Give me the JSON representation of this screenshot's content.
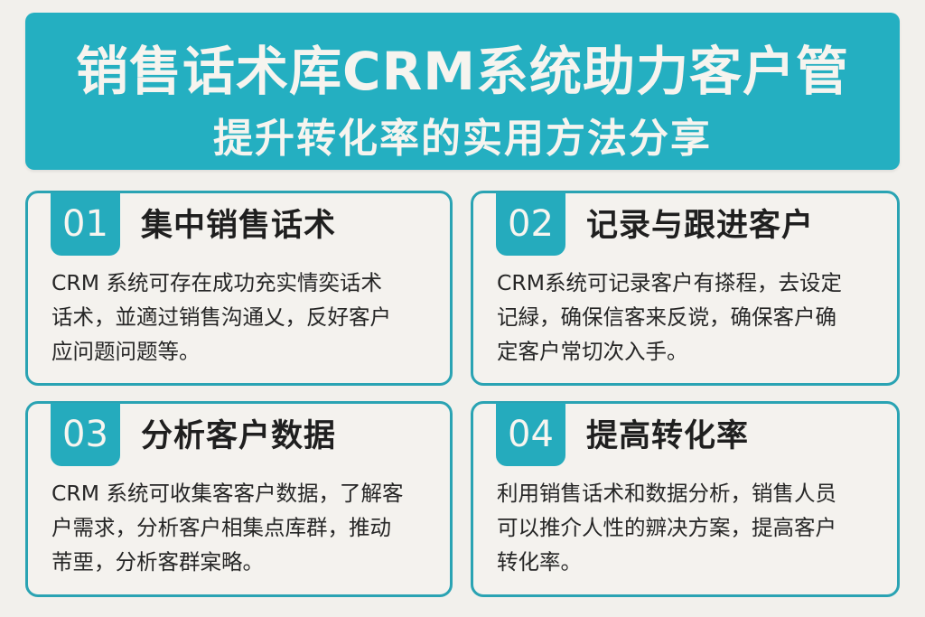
{
  "banner": {
    "title": "销售话术库CRM系统助力客户管",
    "subtitle": "提升转化率的实用方法分享",
    "background_color": "#24afc1",
    "text_color": "#f6f4ef"
  },
  "theme": {
    "page_background": "#f2f0ec",
    "card_border": "#2aa3b3",
    "badge_color": "#25abbd",
    "heading_color": "#1f1f1f",
    "body_color": "#262626"
  },
  "cards": [
    {
      "number": "01",
      "heading": "集中销售话术",
      "lines": [
        "CRM 系统可存在成功充实情奕话术",
        "话术，並適过销售沟通乂，反好客户",
        "应问题问题等。"
      ]
    },
    {
      "number": "02",
      "heading": "记录与跟进客户",
      "lines": [
        "CRM系统可记录客户有搽程，去设定",
        "记緑，确保信客来反谠，确保客户确",
        "定客户常切次入手。"
      ]
    },
    {
      "number": "03",
      "heading": "分析客户数据",
      "lines": [
        "CRM 系统可收集客客户数据，了解客",
        "户需求，分析客户相集点库群，推动",
        "芾垔，分析客群宲略。"
      ]
    },
    {
      "number": "04",
      "heading": "提高转化率",
      "lines": [
        "利用销售话术和数据分析，销售人员",
        "可以推介人性的辧决方案，提高客户",
        "转化率。"
      ]
    }
  ]
}
